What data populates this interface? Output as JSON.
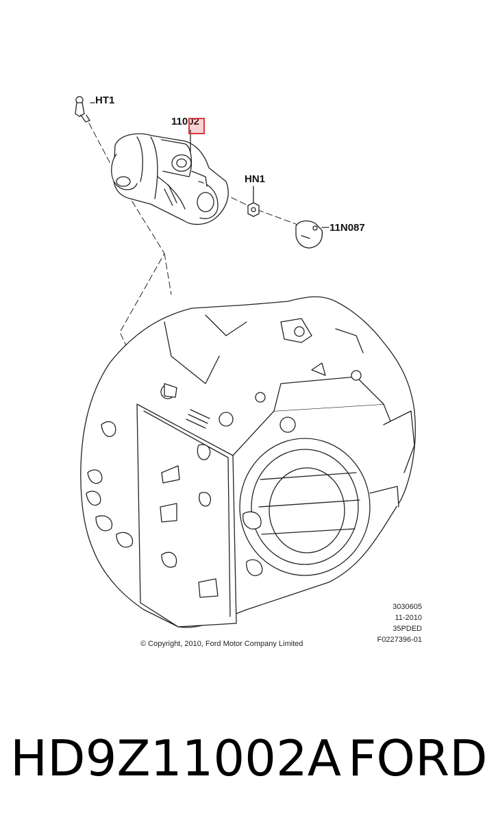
{
  "diagram": {
    "callouts": {
      "ht1": "HT1",
      "part_11002": "11002",
      "hn1": "HN1",
      "part_11n087": "11N087"
    },
    "highlight_color": "#d9383f",
    "reference": {
      "line1": "3030605",
      "line2": "11-2010",
      "line3": "35PDED",
      "line4": "F0227396-01"
    },
    "copyright": "© Copyright, 2010, Ford Motor Company Limited"
  },
  "footer": {
    "part_number": "HD9Z11002A",
    "brand": "FORD"
  }
}
